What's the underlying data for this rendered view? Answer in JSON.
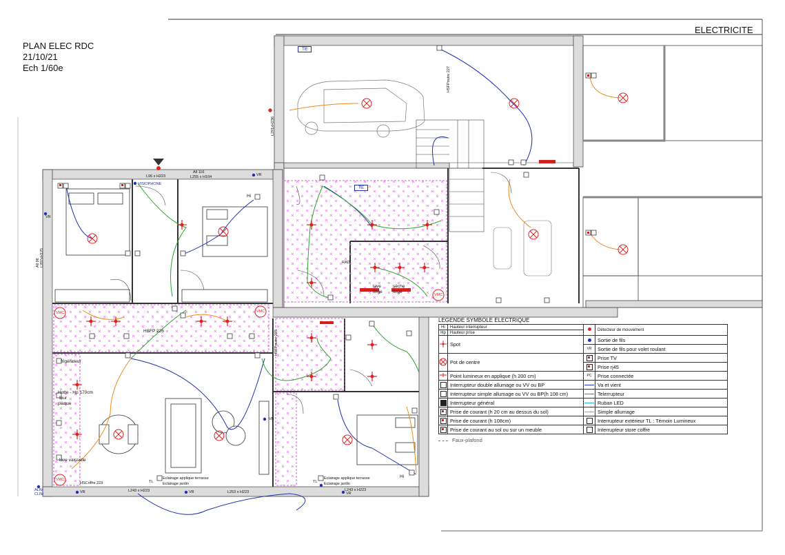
{
  "header": {
    "plan_title": "PLAN ELEC RDC",
    "date": "21/10/21",
    "scale": "Ech 1/60e",
    "section": "ELECTRICITE"
  },
  "plan_labels": {
    "te_garage": "TE",
    "te_hall": "TE",
    "hsfp_garage": "HSFPoutre 227",
    "l_window_garage": "L291xH236",
    "hsfp_226": "HSFP 226",
    "hsfp_225": "HSFPoutre 225",
    "visiophone": "VISIOPHONE",
    "vmc_bath_left": "VMC",
    "vmc_bath_right": "VMC",
    "vmc_kitchen": "VMC",
    "vmc_laundry": "VMC",
    "hi_bed2": "Hi",
    "hi_bed3": "Hi",
    "lave_linge": "lave\nlinge",
    "seche_linge": "sèche\nlinge",
    "rad": "RAD",
    "refrigerateur": "frigérateur",
    "hotte": "Hotte - Hp 170cm",
    "four": "four",
    "plaque": "plaque",
    "lave_vaisselle": "lave vaisselle",
    "alim_clim": "ALIM\nCLIM",
    "hscoffre": "HSCoffre 223",
    "tl_1": "TL",
    "tl_2": "TL",
    "eclairage_terrasse_1": "Eclairage applique terrasse",
    "eclairage_jardin_1": "Eclairage jardin",
    "eclairage_terrasse_2": "Eclairage applique terrasse",
    "eclairage_jardin_2": "Eclairage jardin",
    "window_top_1": "L96 x H223",
    "window_top_2": "All 116",
    "window_top_3": "L255 x H104",
    "window_left": "All 96\nL207xH125",
    "window_bottom_1": "L243 x H223",
    "window_bottom_2": "L253 x H223",
    "window_bottom_3": "L243 x H223",
    "vr_1": "VR",
    "vr_2": "VR",
    "vr_3": "VR",
    "vr_4": "VR",
    "vr_5": "VR",
    "vr_6": "VR"
  },
  "legend": {
    "title": "LEGENDE SYMBOLE ELECTRIQUE",
    "abbreviations": [
      {
        "code": "Hi",
        "text": "Hauteur interrupteur"
      },
      {
        "code": "Hp",
        "text": "Hauteur prise"
      }
    ],
    "left_items": [
      {
        "icon": "spot-icon",
        "text": "Spot"
      },
      {
        "icon": "pot-de-centre-icon",
        "text": "Pot de centre"
      },
      {
        "icon": "wall-light-icon",
        "text": "Point lumineux en applique (h 200 cm)"
      },
      {
        "icon": "double-switch-icon",
        "text": "Interrupteur double allumage ou VV ou BP"
      },
      {
        "icon": "simple-switch-icon",
        "text": "Interrupteur simple allumage ou VV ou BP(h 108 cm)"
      },
      {
        "icon": "main-switch-icon",
        "text": "Interrupteur général"
      },
      {
        "icon": "outlet-20-icon",
        "text": "Prise de courant  (h 20 cm au dessus du sol)"
      },
      {
        "icon": "outlet-108-icon",
        "text": "Prise de courant  (h 108cm)"
      },
      {
        "icon": "outlet-floor-icon",
        "text": "Prise de courant au sol ou sur un meuble"
      }
    ],
    "right_items": [
      {
        "icon": "motion-detector-icon",
        "symbol": "",
        "text": "Détecteur de mouvement"
      },
      {
        "icon": "wire-outlet-icon",
        "symbol": "",
        "text": "Sortie de fils"
      },
      {
        "icon": "shutter-outlet-icon",
        "symbol": "VR",
        "text": "Sortie de fils pour volet roulant"
      },
      {
        "icon": "tv-outlet-icon",
        "symbol": "",
        "text": "Prise TV"
      },
      {
        "icon": "rj45-outlet-icon",
        "symbol": "",
        "text": "Prise rj45"
      },
      {
        "icon": "connected-outlet-icon",
        "symbol": "PC",
        "text": "Prise connectée"
      },
      {
        "icon": "va-et-vient-line-icon",
        "symbol": "",
        "text": "Va et vient"
      },
      {
        "icon": "telerupteur-line-icon",
        "symbol": "",
        "text": "Telerrupteur"
      },
      {
        "icon": "led-strip-line-icon",
        "symbol": "",
        "text": "Ruban LED"
      },
      {
        "icon": "simple-allumage-line-icon",
        "symbol": "",
        "text": "Simple allumage"
      },
      {
        "icon": "exterior-switch-icon",
        "symbol": "",
        "text": "Interrupteur extérieur     TL : Témoin Lumineux"
      },
      {
        "icon": "shutter-switch-icon",
        "symbol": "",
        "text": "Interrupteur store coffre"
      }
    ],
    "faux_plafond": "Faux-plafond"
  },
  "colors": {
    "va_et_vient": "#1e2fb0",
    "telerupteur": "#2aa52a",
    "ruban_led": "#18b8c8",
    "simple_allumage": "#f08a1a",
    "spot": "#e02020",
    "faux_plafond": "#d060d0"
  }
}
